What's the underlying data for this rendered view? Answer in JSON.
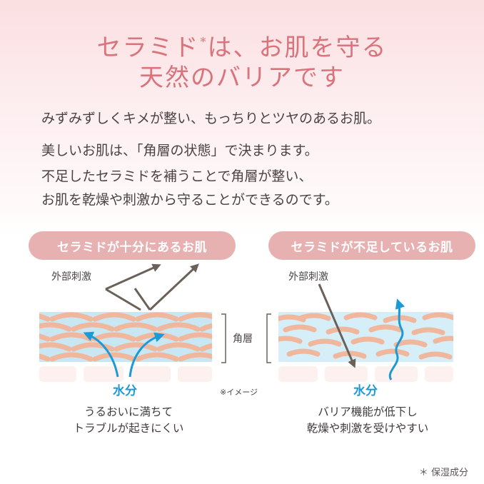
{
  "title": {
    "line1_a": "セラミド",
    "line1_sup": "*",
    "line1_b": "は、お肌を守る",
    "line2": "天然のバリアです"
  },
  "description": [
    "みずみずしくキメが整い、もっちりとツヤのあるお肌。",
    "美しいお肌は、「角層の状態」で決まります。",
    "不足したセラミドを補うことで角層が整い、",
    "お肌を乾燥や刺激から守ることができるのです。"
  ],
  "left_panel": {
    "heading": "セラミドが十分にあるお肌",
    "stimulus_label": "外部刺激",
    "water_label": "水分",
    "caption": [
      "うるおいに満ちて",
      "トラブルが起きにくい"
    ]
  },
  "right_panel": {
    "heading": "セラミドが不足しているお肌",
    "stimulus_label": "外部刺激",
    "water_label": "水分",
    "caption": [
      "バリア機能が低下し",
      "乾燥や刺激を受けやすい"
    ]
  },
  "layer_label": "角層",
  "image_note": "※イメージ",
  "footnote": "＊ 保湿成分",
  "colors": {
    "title": "#d9737c",
    "pill": "#e7b1b1",
    "cell": "#f0b79c",
    "water": "#1c9ad6",
    "arrow": "#6a6259"
  }
}
